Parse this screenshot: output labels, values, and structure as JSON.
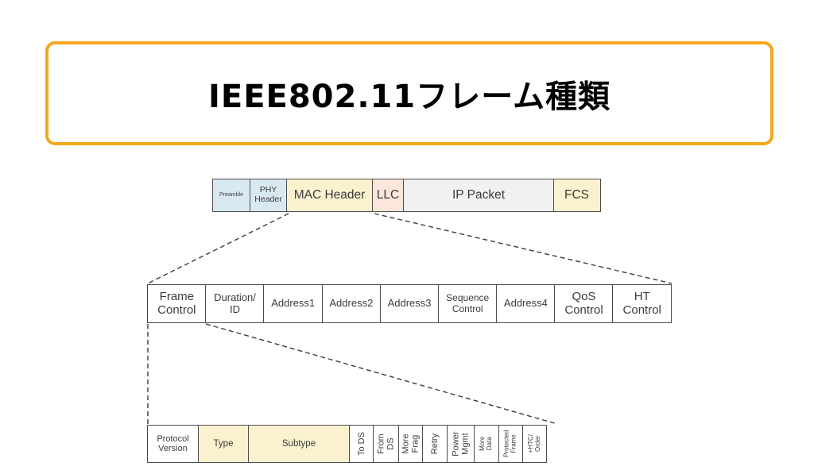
{
  "title": "IEEE802.11フレーム種類",
  "colors": {
    "accent_orange": "#F5A81C",
    "cell_blue": "#D9E9F2",
    "cell_yellow": "#FBF1CE",
    "cell_pink": "#FAE6DA",
    "cell_gray": "#F1F1F2",
    "cell_border": "#4D4D4D",
    "connector": "#3A3A3A"
  },
  "overview_row": {
    "cells": [
      {
        "label": "Preamble"
      },
      {
        "label": "PHY\nHeader"
      },
      {
        "label": "MAC Header"
      },
      {
        "label": "LLC"
      },
      {
        "label": "IP Packet"
      },
      {
        "label": "FCS"
      }
    ]
  },
  "mac_header_row": {
    "cells": [
      {
        "label": "Frame\nControl"
      },
      {
        "label": "Duration/\nID"
      },
      {
        "label": "Address1"
      },
      {
        "label": "Address2"
      },
      {
        "label": "Address3"
      },
      {
        "label": "Sequence\nControl"
      },
      {
        "label": "Address4"
      },
      {
        "label": "QoS\nControl"
      },
      {
        "label": "HT\nControl"
      }
    ]
  },
  "frame_control_row": {
    "cells": [
      {
        "label": "Protocol\nVersion"
      },
      {
        "label": "Type"
      },
      {
        "label": "Subtype"
      },
      {
        "label": "To DS"
      },
      {
        "label": "From\nDS"
      },
      {
        "label": "More\nFrag"
      },
      {
        "label": "Retry"
      },
      {
        "label": "Power\nMgmt"
      },
      {
        "label": "More Data"
      },
      {
        "label": "Protected\nFrame"
      },
      {
        "label": "+HTC/\nOrder"
      }
    ]
  }
}
